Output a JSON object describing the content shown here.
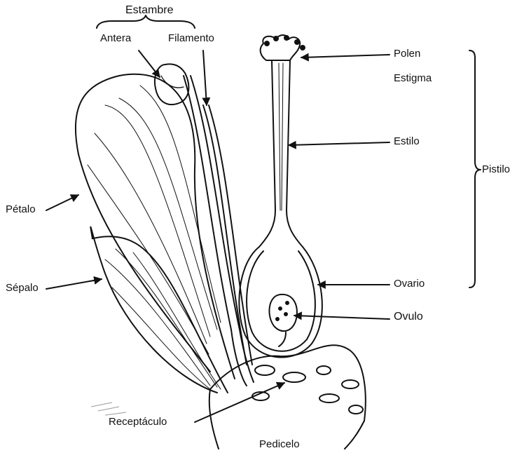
{
  "diagram": {
    "colors": {
      "ink": "#111111",
      "background": "#ffffff"
    },
    "labels": {
      "estambre": "Estambre",
      "antera": "Antera",
      "filamento": "Filamento",
      "polen": "Polen",
      "estigma": "Estigma",
      "estilo": "Estilo",
      "pistilo": "Pistilo",
      "petalo": "Pétalo",
      "sepalo": "Sépalo",
      "ovario": "Ovario",
      "ovulo": "Ovulo",
      "receptaculo": "Receptáculo",
      "pedicelo": "Pedicelo"
    }
  }
}
